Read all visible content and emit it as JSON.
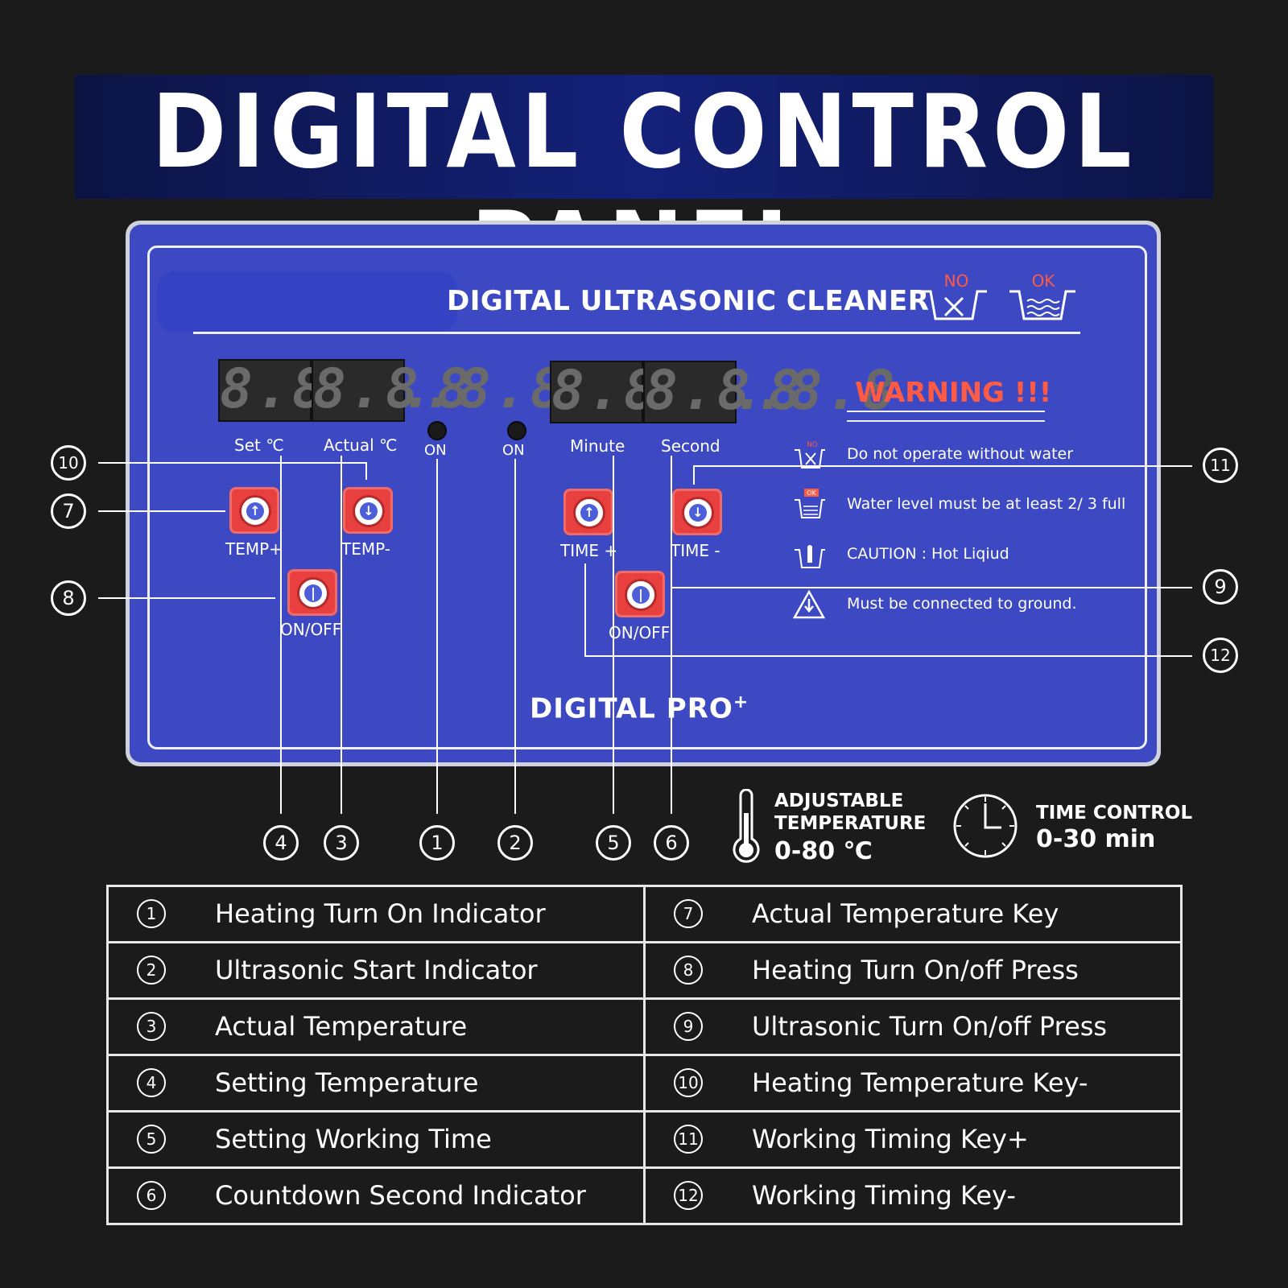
{
  "header": {
    "title": "DIGITAL CONTROL PANEL"
  },
  "panel": {
    "brand": "DIGITAL ULTRASONIC CLEANER",
    "no_label": "NO",
    "ok_label": "OK",
    "display_digits": "8.8.8.8",
    "labels": {
      "set": "Set ℃",
      "actual": "Actual ℃",
      "on1": "ON",
      "on2": "ON",
      "minute": "Minute",
      "second": "Second"
    },
    "buttons": {
      "temp_plus": "TEMP+",
      "temp_minus": "TEMP-",
      "heat_onoff": "ON/OFF",
      "time_plus": "TIME +",
      "time_minus": "TIME -",
      "ultra_onoff": "ON/OFF"
    },
    "warning": {
      "title": "WARNING !!!",
      "items": [
        "Do not operate without water",
        "Water level must be at least 2/ 3 full",
        "CAUTION : Hot Liqiud",
        "Must be connected to ground."
      ]
    },
    "footer_brand": "DIGITAL PRO",
    "footer_sup": "+"
  },
  "callouts": {
    "c1": "1",
    "c2": "2",
    "c3": "3",
    "c4": "4",
    "c5": "5",
    "c6": "6",
    "c7": "7",
    "c8": "8",
    "c9": "9",
    "c10": "10",
    "c11": "11",
    "c12": "12"
  },
  "features": {
    "temperature": {
      "line1": "ADJUSTABLE",
      "line2": "TEMPERATURE",
      "value": "0-80 ℃"
    },
    "time": {
      "line1": "TIME CONTROL",
      "value": "0-30 min"
    }
  },
  "legend": [
    {
      "num": "1",
      "text": "Heating Turn On Indicator"
    },
    {
      "num": "7",
      "text": "Actual Temperature Key"
    },
    {
      "num": "2",
      "text": "Ultrasonic Start Indicator"
    },
    {
      "num": "8",
      "text": "Heating Turn On/off Press"
    },
    {
      "num": "3",
      "text": "Actual Temperature"
    },
    {
      "num": "9",
      "text": "Ultrasonic Turn On/off Press"
    },
    {
      "num": "4",
      "text": "Setting Temperature"
    },
    {
      "num": "10",
      "text": "Heating Temperature Key-"
    },
    {
      "num": "5",
      "text": "Setting Working Time"
    },
    {
      "num": "11",
      "text": "Working Timing Key+"
    },
    {
      "num": "6",
      "text": "Countdown Second Indicator"
    },
    {
      "num": "12",
      "text": "Working Timing Key-"
    }
  ]
}
